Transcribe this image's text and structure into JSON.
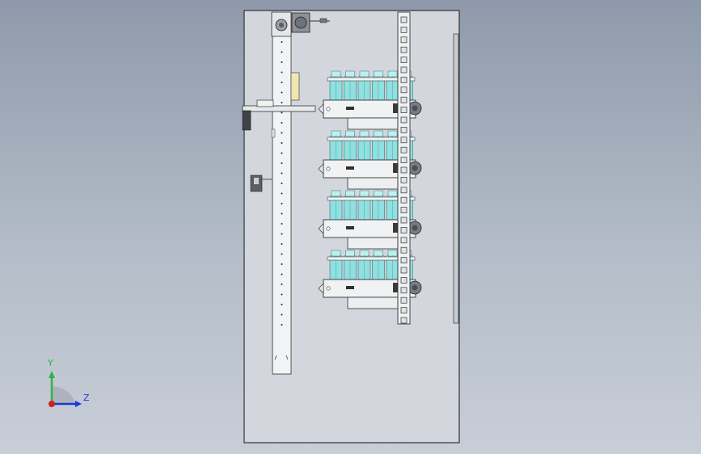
{
  "viewport": {
    "background_top": "#8e9aab",
    "background_bottom": "#c8ced7"
  },
  "triad": {
    "y_label": "Y",
    "z_label": "Z",
    "y_color": "#2fb24a",
    "z_color": "#1f36d6",
    "x_color": "#d21f1f"
  },
  "model": {
    "panel_color": "#d3d7dd",
    "line_color": "#3a3a3a",
    "spool_color": "#8fe0e0",
    "spool_rows": 4,
    "spools_per_row": 6
  }
}
